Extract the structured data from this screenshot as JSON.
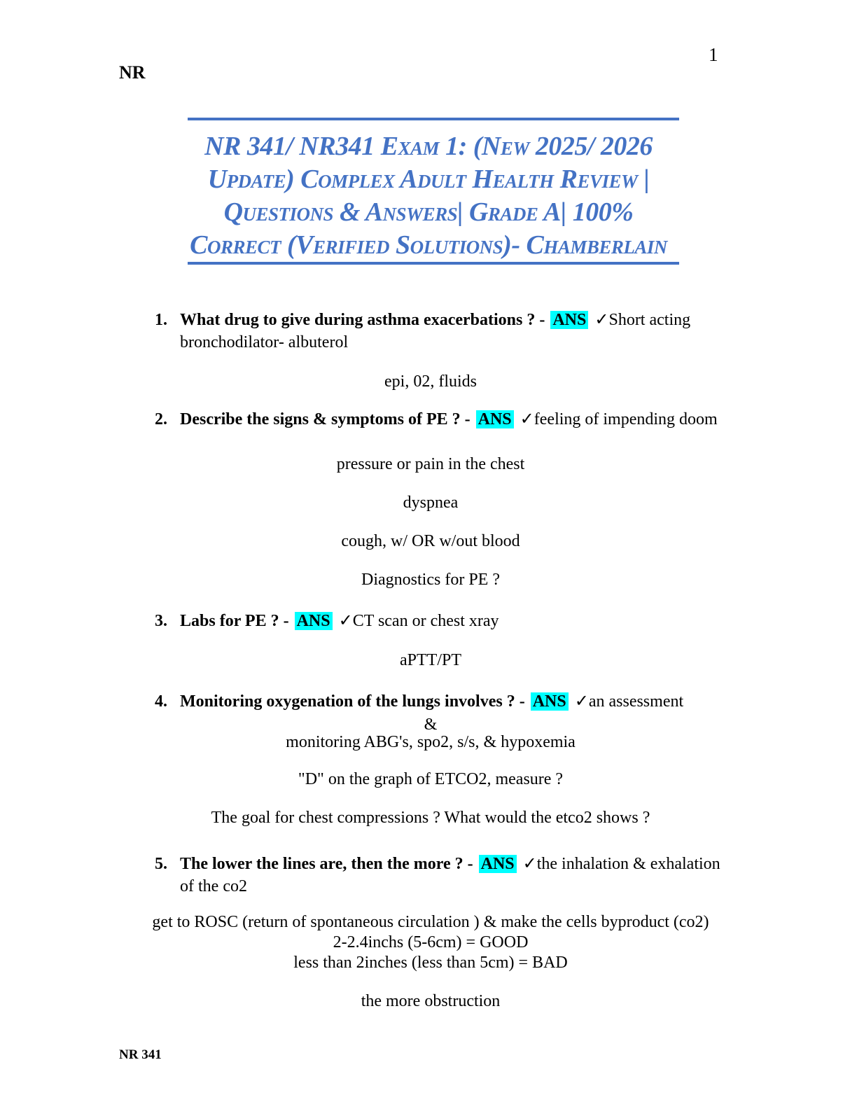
{
  "page": {
    "header_left": "NR",
    "page_number": "1",
    "footer_left": "NR 341"
  },
  "colors": {
    "accent_blue": "#4472C4",
    "highlight_cyan": "#00FFFF",
    "text": "#000000",
    "background": "#FFFFFF"
  },
  "title": {
    "lines": [
      "NR 341/ NR341 Exam 1:  (New 2025/ 2026",
      "Update) Complex Adult Health Review |",
      "Questions & Answers| Grade A| 100%",
      "Correct (Verified Solutions)- Chamberlain"
    ]
  },
  "qa": {
    "ans_label": "ANS",
    "checkmark": "✓",
    "items": [
      {
        "number": "1.",
        "question": "What drug to give during asthma exacerbations ? -",
        "answer": "Short acting bronchodilator- albuterol"
      },
      {
        "number": "2.",
        "question": "Describe the signs & symptoms of PE ? -",
        "answer": "feeling of impending doom"
      },
      {
        "number": "3.",
        "question": "Labs for PE ? -",
        "answer": "CT scan or chest xray"
      },
      {
        "number": "4.",
        "question": "Monitoring oxygenation of the lungs involves ? -",
        "answer": "an assessment"
      },
      {
        "number": "5.",
        "question": "The lower the lines are, then the more ? -",
        "answer": "the inhalation & exhalation of the co2"
      }
    ],
    "centered_lines": {
      "after_item1": [
        "epi, 02, fluids"
      ],
      "after_item2": [
        "pressure or pain in the chest",
        "dyspnea",
        "cough, w/ OR w/out blood",
        "Diagnostics for PE ?"
      ],
      "after_item3": [
        "aPTT/PT"
      ],
      "item4_attached": [
        "&",
        "monitoring ABG's, spo2, s/s, & hypoxemia"
      ],
      "after_item4": [
        "\"D\" on the graph of ETCO2, measure ?",
        "The goal for chest compressions ? What would the etco2 shows ?"
      ],
      "after_item5_group": [
        "get to ROSC (return of spontaneous circulation ) & make the cells byproduct (co2)",
        "2-2.4inchs (5-6cm) = GOOD",
        "less than 2inches (less than 5cm) = BAD"
      ],
      "after_item5_final": [
        "the more obstruction"
      ]
    }
  }
}
